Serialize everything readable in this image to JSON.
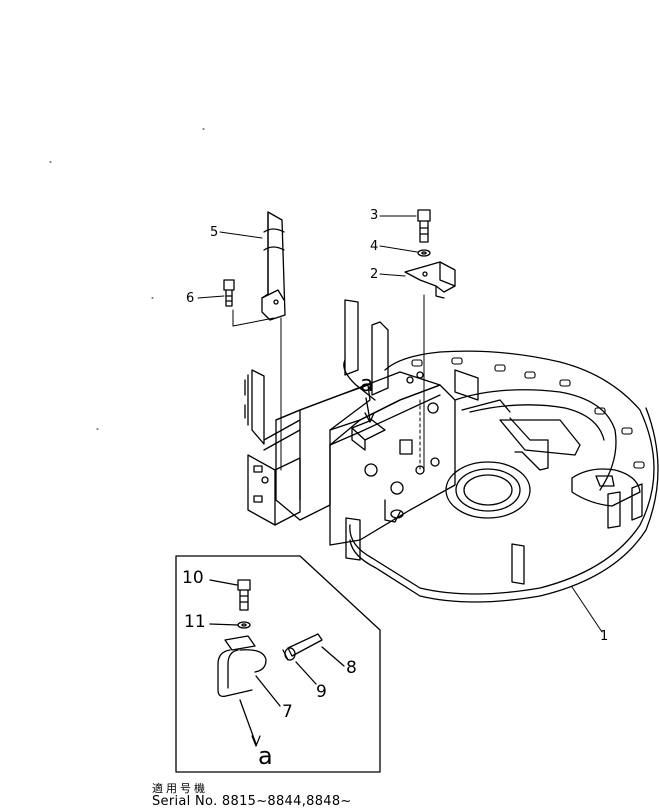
{
  "callouts": {
    "c1": "1",
    "c2": "2",
    "c3": "3",
    "c4": "4",
    "c5": "5",
    "c6": "6",
    "c7": "7",
    "c8": "8",
    "c9": "9",
    "c10": "10",
    "c11": "11",
    "a_main": "a",
    "a_inset": "a"
  },
  "footer": {
    "applicability_jp": "適用号機",
    "serial": "Serial No. 8815~8844,8848~"
  }
}
